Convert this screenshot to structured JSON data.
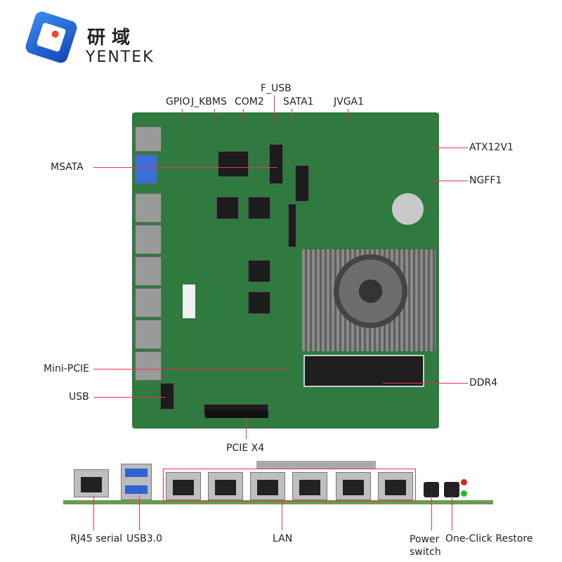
{
  "brand": {
    "name_cn": "研 域",
    "name_en": "YENTEK",
    "logo_color": "#1e63d6"
  },
  "accent_color": "#e8334a",
  "top_view_labels": {
    "gpio": "GPIO",
    "j_kbms": "J_KBMS",
    "com2": "COM2",
    "f_usb": "F_USB",
    "sata1": "SATA1",
    "jvga1": "JVGA1",
    "atx12v1": "ATX12V1",
    "ngff1": "NGFF1",
    "msata": "MSATA",
    "mini_pcie": "Mini-PCIE",
    "usb": "USB",
    "ddr4": "DDR4",
    "pcie_x4": "PCIE X4"
  },
  "io_view_labels": {
    "rj45_serial": "RJ45 serial",
    "usb30": "USB3.0",
    "lan": "LAN",
    "power_switch": "Power switch",
    "one_click_restore": "One-Click Restore"
  }
}
